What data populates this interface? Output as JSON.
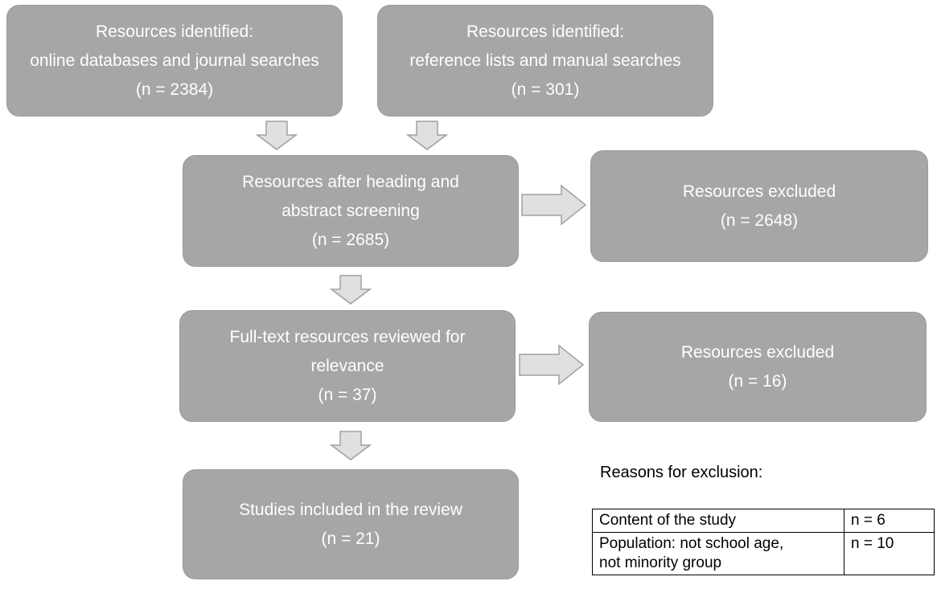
{
  "boxes": {
    "db_search": {
      "lines": [
        "Resources identified:",
        "online databases and journal searches",
        "(n = 2384)"
      ]
    },
    "manual_search": {
      "lines": [
        "Resources identified:",
        "reference lists and manual searches",
        "(n = 301)"
      ]
    },
    "screening": {
      "lines": [
        "Resources after heading and",
        "abstract screening",
        "(n = 2685)"
      ]
    },
    "excluded_1": {
      "lines": [
        "Resources excluded",
        "(n = 2648)"
      ]
    },
    "fulltext": {
      "lines": [
        "Full-text resources reviewed for",
        "relevance",
        "(n = 37)"
      ]
    },
    "excluded_2": {
      "lines": [
        "Resources excluded",
        "(n = 16)"
      ]
    },
    "included": {
      "lines": [
        "Studies included in the review",
        "(n = 21)"
      ]
    }
  },
  "reasons": {
    "title": "Reasons for exclusion:",
    "rows": [
      {
        "reason": [
          "Content of the study"
        ],
        "count": "n = 6"
      },
      {
        "reason": [
          "Population:  not school age,",
          "not minority group"
        ],
        "count": "n = 10"
      }
    ]
  },
  "colors": {
    "box_fill": "#a6a6a6",
    "box_text": "#ffffff",
    "arrow_fill": "#e0e0e0",
    "arrow_stroke": "#a0a0a0"
  }
}
